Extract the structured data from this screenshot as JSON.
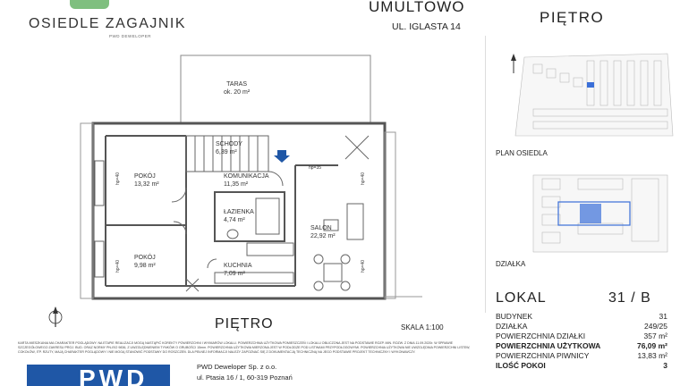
{
  "header": {
    "brand": "OSIEDLE ZAGAJNIK",
    "brand_sub": "PWD DEWELOPER",
    "location": "UMULTOWO",
    "street": "UL. IGLASTA 14",
    "floor_right": "PIĘTRO"
  },
  "plan": {
    "rooms": [
      {
        "name": "TARAS",
        "area": "ok. 20 m²"
      },
      {
        "name": "SCHODY",
        "area": "6,39 m²"
      },
      {
        "name": "KOMUNIKACJA",
        "area": "11,35 m²"
      },
      {
        "name": "POKÓJ",
        "area": "13,32 m²"
      },
      {
        "name": "ŁAZIENKA",
        "area": "4,74 m²"
      },
      {
        "name": "SALON",
        "area": "22,92 m²"
      },
      {
        "name": "POKÓJ",
        "area": "9,98 m²"
      },
      {
        "name": "KUCHNIA",
        "area": "7,09 m²"
      }
    ],
    "heights": [
      "hp=40",
      "hp=40",
      "hp=40",
      "hp=40",
      "hp=35"
    ],
    "floor_label": "PIĘTRO",
    "scale": "SKALA   1:100"
  },
  "maps": {
    "site_plan_label": "PLAN OSIEDLA",
    "plot_label": "DZIAŁKA"
  },
  "disclaimer": "KARTA MIESZKANIA MA CHARAKTER POGLĄDOWY.   NA ETAPIE REALIZACJI MOGĄ NASTĄPIĆ KOREKTY POWIERZCHNI I WYMIARÓW LOKALU.   POWIERZCHNIA UŻYTKOWA POMIESZCZEŃ I LOKALU OBLICZONA JEST NA PODSTAWIE ROZP. MIN. ROZW. Z DNIA 11.09.2020r. W SPRAWIE SZCZEGÓŁOWEGO ZAKRESU PROJ. BUD. ORAZ NORMY PN-ISO 9836, Z UWZGLĘDNIENIEM TYNKÓW O GRUBOŚCI 15mm.   POWIERZCHNIA UŻYTKOWA MIERZONA JEST W PODŁODZE POD LISTWAMI PRZYPODŁOGOWYMI. POWIERZCHNIA UŻYTKOWA NIE UWZGLĘDNIA POWIERZCHNI LISTEW, COKOŁÓW, ITP.   RZUTY, MAJĄ CHARAKTER POGLĄDOWY I NIE MOGĄ STANOWIĆ PODSTAWY DO ROSZCZEŃ. DLA PEŁNEJ INFORMACJI NALEŻY ZAPOZNAĆ SIĘ Z DOKUMENTACJĄ TECHNICZNĄ NA JEGO PODSTAWIE PROJEKT TECHNICZNY I WYKONAWCZY.",
  "unit": {
    "label": "LOKAL",
    "id": "31 / B",
    "rows": [
      {
        "label": "BUDYNEK",
        "value": "31",
        "bold": false
      },
      {
        "label": "DZIAŁKA",
        "value": "249/25",
        "bold": false
      },
      {
        "label": "POWIERZCHNIA DZIAŁKI",
        "value": "357 m²",
        "bold": false
      },
      {
        "label": "POWIERZCHNIA UŻYTKOWA",
        "value": "76,09 m²",
        "bold": true
      },
      {
        "label": "POWIERZCHNIA PIWNICY",
        "value": "13,83 m²",
        "bold": false
      },
      {
        "label": "ILOŚĆ POKOI",
        "value": "3",
        "bold": true
      }
    ]
  },
  "footer": {
    "logo_text": "PWD",
    "company": "PWD Deweloper Sp. z o.o.",
    "address": "ul. Ptasia 16 / 1, 60-319 Poznań"
  },
  "colors": {
    "accent_green": "#7fbf7f",
    "brand_blue": "#1f57a6",
    "highlight_blue": "#3a6fd8"
  }
}
